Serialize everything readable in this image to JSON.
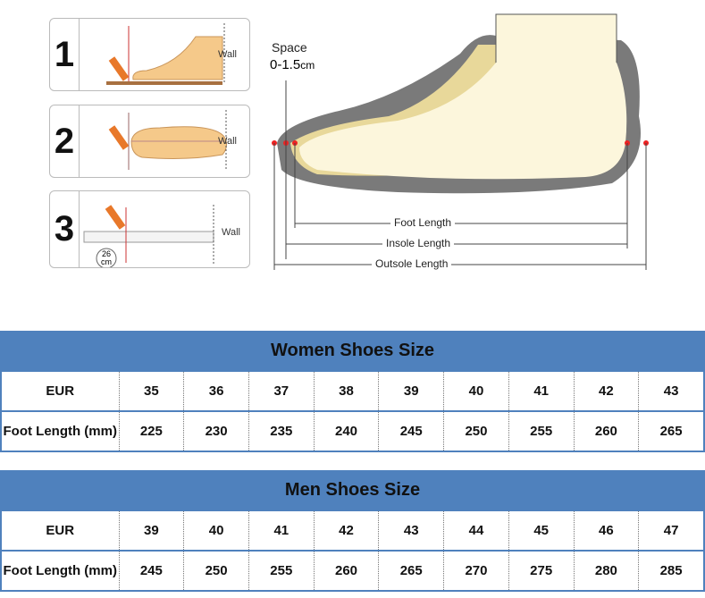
{
  "steps": [
    {
      "number": "1",
      "wall": "Wall"
    },
    {
      "number": "2",
      "wall": "Wall"
    },
    {
      "number": "3",
      "wall": "Wall",
      "ruler_mark": "26 cm"
    }
  ],
  "diagram": {
    "space_label": "Space",
    "space_value": "0-1.5",
    "space_unit": "cm",
    "foot_length": "Foot Length",
    "insole_length": "Insole Length",
    "outsole_length": "Outsole Length"
  },
  "women": {
    "title": "Women Shoes Size",
    "eur_label": "EUR",
    "foot_label": "Foot Length (mm)",
    "eur": [
      "35",
      "36",
      "37",
      "38",
      "39",
      "40",
      "41",
      "42",
      "43"
    ],
    "foot": [
      "225",
      "230",
      "235",
      "240",
      "245",
      "250",
      "255",
      "260",
      "265"
    ]
  },
  "men": {
    "title": "Men Shoes Size",
    "eur_label": "EUR",
    "foot_label": "Foot Length (mm)",
    "eur": [
      "39",
      "40",
      "41",
      "42",
      "43",
      "44",
      "45",
      "46",
      "47"
    ],
    "foot": [
      "245",
      "250",
      "255",
      "260",
      "265",
      "270",
      "275",
      "280",
      "285"
    ]
  }
}
